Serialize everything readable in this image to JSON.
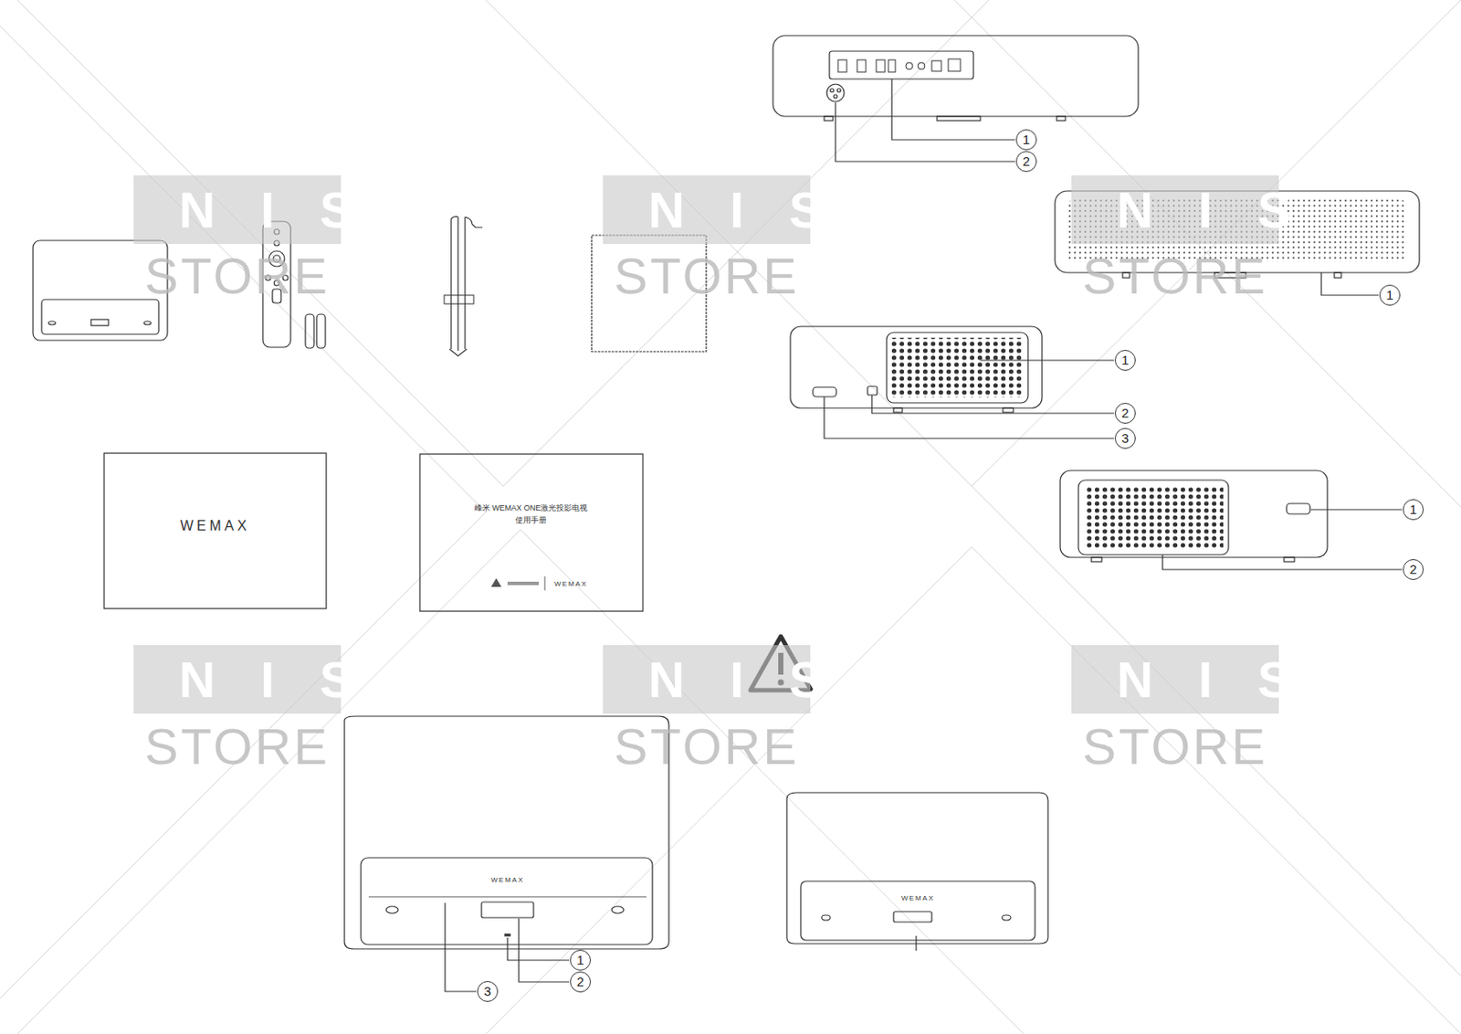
{
  "diagram": {
    "labels": [
      "1",
      "2",
      "NIS",
      "STORE",
      "NIS",
      "STORE",
      "NIS",
      "STORE",
      "1",
      "1",
      "2",
      "3",
      "WEMAX",
      "峰米 WEMAX ONE激光投影电视",
      "使用手册",
      "WEMAX",
      "1",
      "2",
      "NIS",
      "STORE",
      "NIS",
      "STORE",
      "NIS",
      "STORE",
      "WEMAX",
      "1",
      "2",
      "3",
      "WEMAX"
    ]
  }
}
